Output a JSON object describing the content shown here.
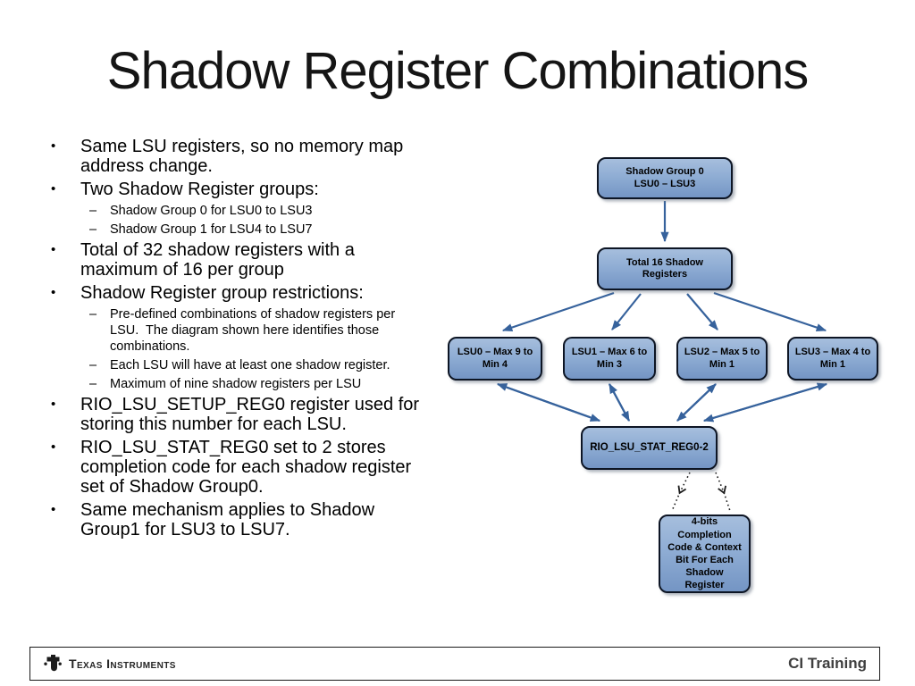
{
  "slide": {
    "title": "Shadow Register Combinations",
    "glyphs": {
      "bullet": "•",
      "dash": "–"
    },
    "bullets": [
      {
        "level": 1,
        "text": "Same LSU registers, so no memory map\naddress change."
      },
      {
        "level": 1,
        "text": "Two Shadow Register groups:"
      },
      {
        "level": 2,
        "text": "Shadow Group 0 for LSU0 to LSU3"
      },
      {
        "level": 2,
        "text": "Shadow Group 1 for LSU4 to LSU7"
      },
      {
        "level": 1,
        "text": "Total of 32 shadow registers with a\nmaximum of 16 per group"
      },
      {
        "level": 1,
        "text": "Shadow Register group restrictions:"
      },
      {
        "level": 2,
        "text": "Pre-defined combinations of shadow registers per\nLSU.  The diagram shown here identifies those\ncombinations."
      },
      {
        "level": 2,
        "text": "Each LSU will have at least one shadow register."
      },
      {
        "level": 2,
        "text": "Maximum of nine shadow registers per LSU"
      },
      {
        "level": 1,
        "text": "RIO_LSU_SETUP_REG0 register used for\nstoring this number for each LSU."
      },
      {
        "level": 1,
        "text": "RIO_LSU_STAT_REG0 set to 2 stores\ncompletion code for each shadow register\nset of Shadow Group0."
      },
      {
        "level": 1,
        "text": "Same mechanism applies to Shadow\nGroup1 for LSU3 to LSU7."
      }
    ],
    "diagram": {
      "nodes": {
        "shadow_group0": "Shadow Group 0\nLSU0 – LSU3",
        "total16": "Total 16 Shadow\nRegisters",
        "lsu0": "LSU0 – Max 9 to\nMin 4",
        "lsu1": "LSU1 – Max 6 to\nMin 3",
        "lsu2": "LSU2 – Max 5 to\nMin 1",
        "lsu3": "LSU3 – Max 4 to\nMin 1",
        "rio": "RIO_LSU_STAT_REG0-2",
        "bits4": "4-bits\nCompletion\nCode & Context\nBit For Each\nShadow\nRegister"
      }
    },
    "footer": {
      "brand": "Texas Instruments",
      "course": "CI Training"
    },
    "colors": {
      "node_fill_top": "#A6BEDD",
      "node_fill_bottom": "#7495C4",
      "node_border": "#0D1524",
      "arrow": "#36629C",
      "dotted_arrow": "#1A1A1A",
      "footer_text": "#3F3F3F"
    }
  }
}
